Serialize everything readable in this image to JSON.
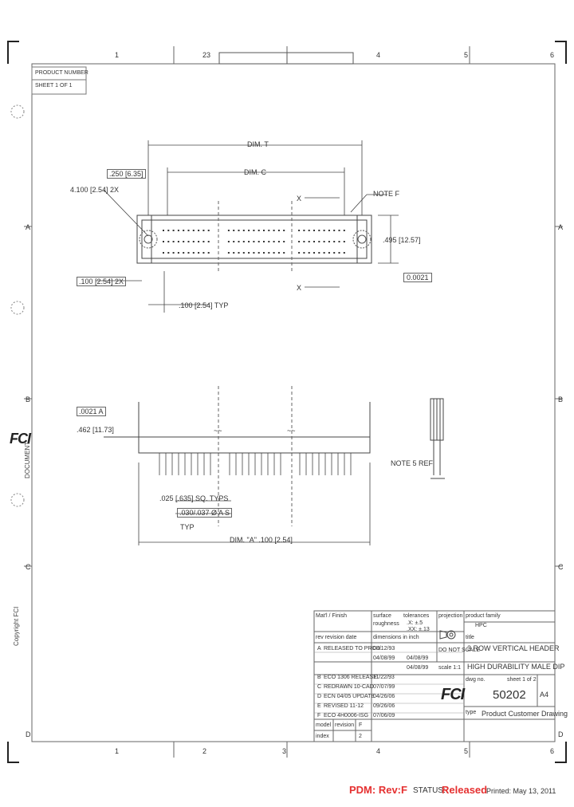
{
  "sheet": {
    "zones_top": [
      "1",
      "2",
      "3",
      "4",
      "5",
      "6"
    ],
    "zones_bottom": [
      "1",
      "2",
      "3",
      "4",
      "5",
      "6"
    ],
    "zones_left": [
      "A",
      "B",
      "C",
      "D"
    ],
    "zones_right": [
      "A",
      "B",
      "C",
      "D"
    ],
    "product_number_label": "PRODUCT NUMBER",
    "sheet_label": "SHEET 1 OF 1"
  },
  "top_view": {
    "dim_t": "DIM. T",
    "dim_c": "DIM. C",
    "d1": ".250 [6.35]",
    "d2": "4.100 [2.54] 2X",
    "d3": ".100 [2.54] 2X",
    "d4": ".100 [2.54] TYP",
    "d5": ".495 [12.57]",
    "note_f": "NOTE F",
    "flatness": "0.0021",
    "sec_x": "X",
    "wave": "~~"
  },
  "front_view": {
    "d1": ".0021 A",
    "d2": ".462 [11.73]",
    "d3": ".025 [.635] SQ. TYPS",
    "d4": ".030/.037 Ø A S",
    "typ": "TYP",
    "overall": "DIM. \"A\" .100 [2.54]",
    "note5": "NOTE 5 REF"
  },
  "title_block": {
    "finish_label": "Mat'l / Finish",
    "surface_label": "surface",
    "roughness_label": "roughness",
    "tolerances_label": "tolerances",
    "tol1": ".X: ±.5",
    "tol2": ".XX: ±.13",
    "projection_label": "projection",
    "product_family_label": "product family",
    "product_family": "HPC",
    "title_label": "title",
    "title_line1": "3 ROW VERTICAL HEADER",
    "title_line2": "HIGH DURABILITY MALE DIP",
    "rev_history_label": "rev    revision    date",
    "units_label": "dimensions in inch",
    "rows": [
      {
        "rev": "A",
        "desc": "RELEASED TO PROD.",
        "date": "08/12/93"
      },
      {
        "rev": "B",
        "desc": "ECO 1306 RELEASE",
        "date": "11/22/93"
      },
      {
        "rev": "C",
        "desc": "REDRAWN 10-CAD",
        "date": "07/07/99"
      },
      {
        "rev": "D",
        "desc": "ECN 04/05 UPDATE",
        "date": "04/26/06"
      },
      {
        "rev": "E",
        "desc": "REVISED 11-12",
        "date": "09/26/06"
      },
      {
        "rev": "F",
        "desc": "ECO 4H0006-ISG",
        "date": "07/06/09"
      }
    ],
    "drawn": "04/08/99",
    "checked": "04/08/99",
    "approved": "04/08/99",
    "scale": "scale 1:1",
    "no_scale": "DO NOT SCALE",
    "drawing_number": "50202",
    "drawing_label": "dwg no.",
    "sheet": "sheet 1 of 2",
    "size": "A4",
    "type": "Product Customer Drawing",
    "type_label": "type",
    "model_label": "model",
    "revision_label": "revision",
    "revision_value": "F",
    "index_label": "index",
    "index_value": "2"
  },
  "side_text": {
    "company": "FCI",
    "left_label": "DOCUMENT",
    "copyright": "Copyright FCI"
  },
  "status_bar": {
    "pdm": "PDM: Rev:F",
    "status_label": "STATUS:",
    "status_value": "Released",
    "printed": "Printed: May 13, 2011"
  },
  "colors": {
    "pdm": "#e53030",
    "status": "#e53030",
    "line": "#444444"
  }
}
